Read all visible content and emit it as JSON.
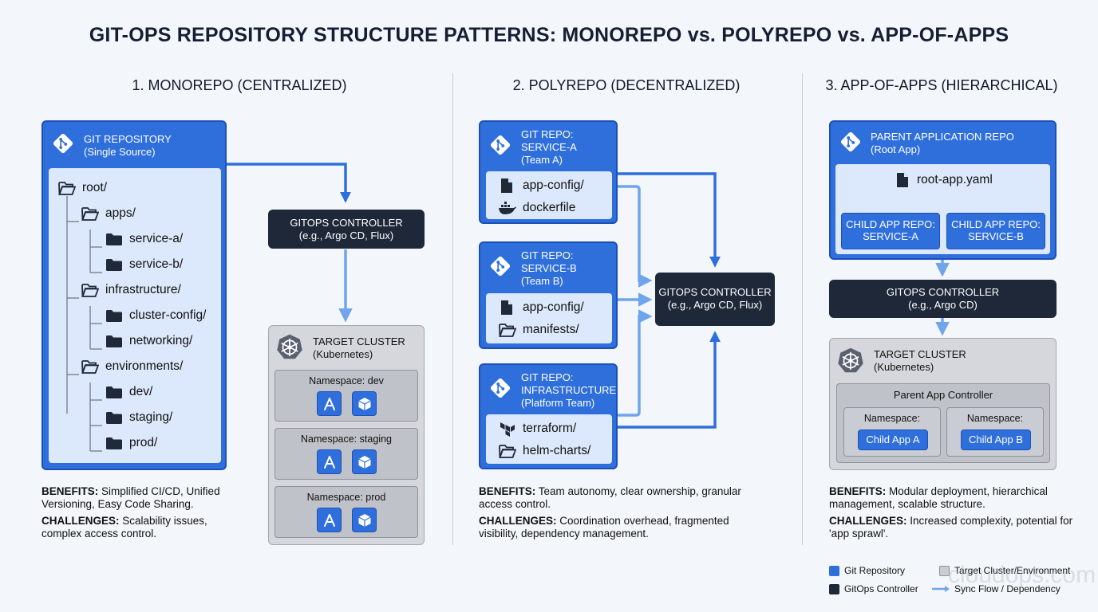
{
  "title": "GIT-OPS REPOSITORY STRUCTURE PATTERNS: MONOREPO vs. POLYREPO vs. APP-OF-APPS",
  "colors": {
    "repo_blue": "#2f6fdc",
    "controller_dark": "#1e2838",
    "cluster_gray": "#d5d7dc",
    "arrow_blue": "#6fa5ec"
  },
  "monorepo": {
    "heading": "1. MONOREPO (CENTRALIZED)",
    "repo_title": "GIT REPOSITORY",
    "repo_subtitle": "(Single Source)",
    "tree": [
      "root/",
      "apps/",
      "service-a/",
      "service-b/",
      "infrastructure/",
      "cluster-config/",
      "networking/",
      "environments/",
      "dev/",
      "staging/",
      "prod/"
    ],
    "controller_line1": "GITOPS CONTROLLER",
    "controller_line2": "(e.g., Argo CD, Flux)",
    "cluster_title": "TARGET CLUSTER",
    "cluster_subtitle": "(Kubernetes)",
    "namespaces": [
      "Namespace: dev",
      "Namespace: staging",
      "Namespace: prod"
    ],
    "benefits_label": "BENEFITS:",
    "benefits_text": "Simplified CI/CD, Unified Versioning, Easy Code Sharing.",
    "challenges_label": "CHALLENGES:",
    "challenges_text": "Scalability issues, complex access control."
  },
  "polyrepo": {
    "heading": "2. POLYREPO (DECENTRALIZED)",
    "repos": [
      {
        "line1": "GIT REPO:",
        "line2": "SERVICE-A",
        "line3": "(Team A)",
        "item1": "app-config/",
        "item2": "dockerfile",
        "icon1": "file-icon",
        "icon2": "docker-icon"
      },
      {
        "line1": "GIT REPO:",
        "line2": "SERVICE-B",
        "line3": "(Team B)",
        "item1": "app-config/",
        "item2": "manifests/",
        "icon1": "file-icon",
        "icon2": "folder-icon"
      },
      {
        "line1": "GIT REPO:",
        "line2": "INFRASTRUCTURE",
        "line3": "(Platform Team)",
        "item1": "terraform/",
        "item2": "helm-charts/",
        "icon1": "terraform-icon",
        "icon2": "folder-icon"
      }
    ],
    "controller_line1": "GITOPS CONTROLLER",
    "controller_line2": "(e.g., Argo CD, Flux)",
    "benefits_label": "BENEFITS:",
    "benefits_text": "Team autonomy, clear ownership, granular access control.",
    "challenges_label": "CHALLENGES:",
    "challenges_text": "Coordination overhead, fragmented visibility, dependency management."
  },
  "appofapps": {
    "heading": "3. APP-OF-APPS (HIERARCHICAL)",
    "parent_title": "PARENT APPLICATION REPO",
    "parent_subtitle": "(Root App)",
    "root_file": "root-app.yaml",
    "child_a_line1": "CHILD APP REPO:",
    "child_a_line2": "SERVICE-A",
    "child_b_line1": "CHILD APP REPO:",
    "child_b_line2": "SERVICE-B",
    "controller_line1": "GITOPS CONTROLLER",
    "controller_line2": "(e.g., Argo CD)",
    "cluster_title": "TARGET CLUSTER",
    "cluster_subtitle": "(Kubernetes)",
    "parent_controller": "Parent App Controller",
    "ns_a": "Namespace:",
    "ns_b": "Namespace:",
    "child_app_a": "Child App A",
    "child_app_b": "Child App B",
    "benefits_label": "BENEFITS:",
    "benefits_text": "Modular deployment, hierarchical management, scalable structure.",
    "challenges_label": "CHALLENGES:",
    "challenges_text": "Increased complexity, potential for 'app sprawl'."
  },
  "legend": {
    "git_repo": "Git Repository",
    "target_cluster": "Target Cluster/Environment",
    "controller": "GitOps Controller",
    "sync_flow": "Sync Flow / Dependency"
  },
  "watermark": "cloudops.com"
}
